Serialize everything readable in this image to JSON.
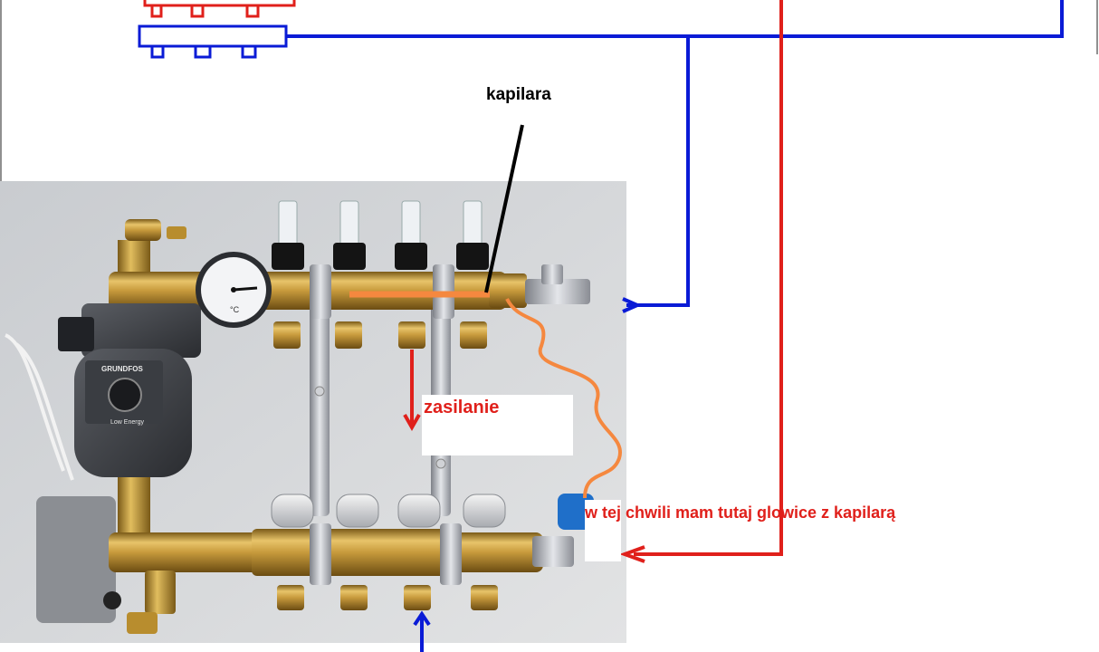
{
  "annotations": {
    "capillary_label": "kapilara",
    "supply_label": "zasilanie",
    "head_note": "w tej chwili mam tutaj glowice z kapilarą"
  },
  "colors": {
    "supply_red": "#e0201b",
    "return_blue": "#0a1bd6",
    "capillary_orange": "#f5883f",
    "brass": "#c79a3c",
    "label_black": "#000000"
  },
  "image": {
    "subject": "underfloor heating manifold with Grundfos pump, flow meters and thermometer",
    "pump_brand": "GRUNDFOS",
    "pump_badge": "Low Energy",
    "thermometer_unit": "°C"
  }
}
